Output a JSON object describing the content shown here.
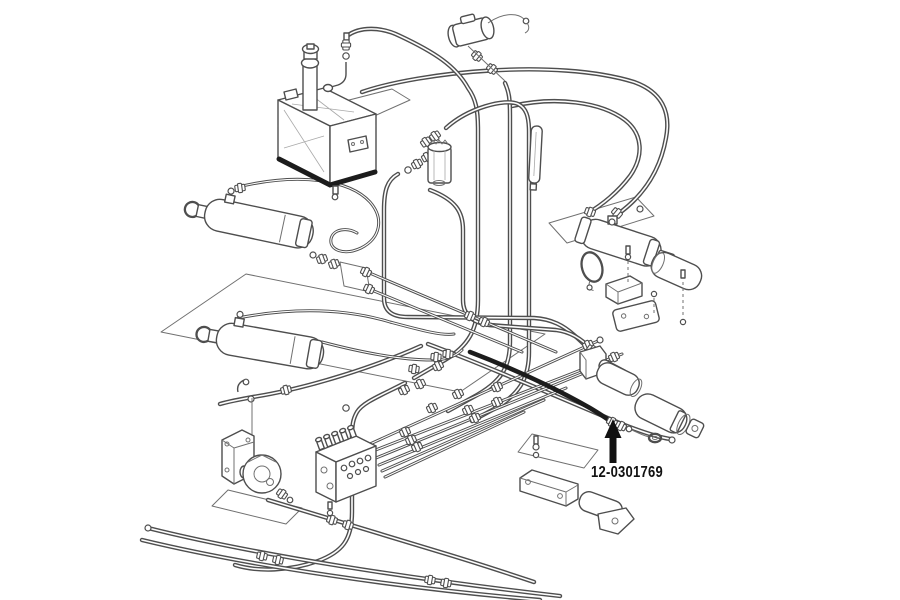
{
  "callout": {
    "part_number": "12-0301769"
  },
  "palette": {
    "background": "#ffffff",
    "line": "#4e4e4e",
    "line_thin": "#707070",
    "line_dark": "#1c1c1c",
    "fill": "#ffffff",
    "callout_color": "#111111"
  },
  "components": [
    "hydraulic-reservoir-tank",
    "filler-cap",
    "breather-fitting-stack",
    "solenoid-valve",
    "inline-filter",
    "slim-spacer",
    "left-cylinder-upper",
    "left-cylinder-lower",
    "control-valve-block",
    "hydraulic-pump",
    "mounting-plate",
    "hose-bundle-vertical",
    "hose-bundle-diagonal",
    "return-hoses",
    "right-cylinder-assembly",
    "clamp-ring",
    "mounting-brackets",
    "trim-cylinder-pair",
    "anchor-bars",
    "callout-arrow"
  ]
}
